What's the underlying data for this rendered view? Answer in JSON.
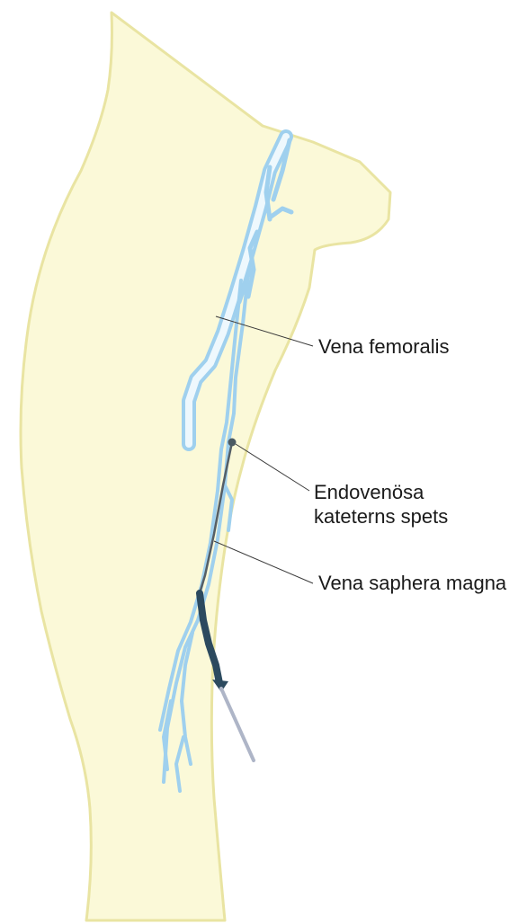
{
  "labels": {
    "vena_femoralis": "Vena femoralis",
    "catheter_tip_line1": "Endovenösa",
    "catheter_tip_line2": "kateterns spets",
    "vena_saphena_magna": "Vena saphera magna"
  },
  "colors": {
    "background": "#ffffff",
    "leg_fill": "#fbf9d8",
    "leg_outline": "#e9e4a2",
    "vein": "#9fd0ee",
    "vein_light": "#eef8fd",
    "catheter_dark": "#2c4a5f",
    "catheter_thin": "#555f66",
    "sheath": "#aeb5c7",
    "leader_line": "#3a3a3a",
    "text": "#1a1a1a"
  }
}
